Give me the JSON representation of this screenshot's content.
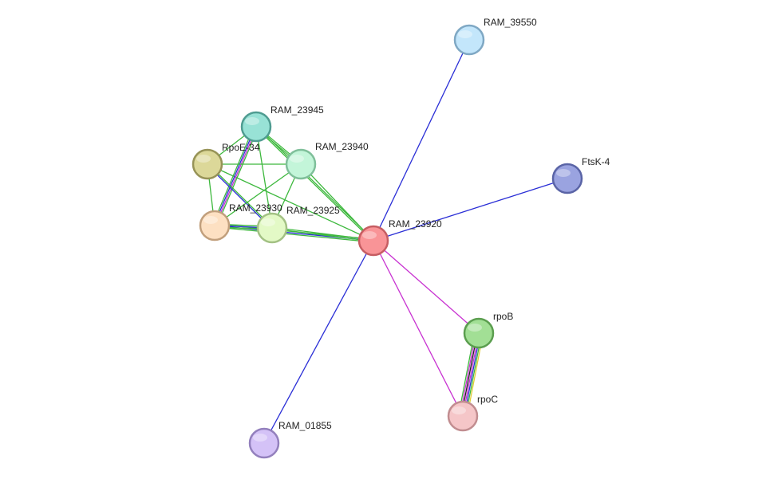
{
  "nodes": [
    {
      "id": "RAM_23920",
      "label": "RAM_23920",
      "fill": "#f99497",
      "stroke": "#c65d62"
    },
    {
      "id": "RAM_39550",
      "label": "RAM_39550",
      "fill": "#c3e6fb",
      "stroke": "#7fa8c4"
    },
    {
      "id": "FtsK-4",
      "label": "FtsK-4",
      "fill": "#9aa3e0",
      "stroke": "#5a64a6"
    },
    {
      "id": "RAM_23945",
      "label": "RAM_23945",
      "fill": "#98e2d6",
      "stroke": "#4f9c91"
    },
    {
      "id": "RpoE-34",
      "label": "RpoE-34",
      "fill": "#dcd899",
      "stroke": "#979357"
    },
    {
      "id": "RAM_23940",
      "label": "RAM_23940",
      "fill": "#c3f5d9",
      "stroke": "#7fbf9a"
    },
    {
      "id": "RAM_23930",
      "label": "RAM_23930",
      "fill": "#fde0c2",
      "stroke": "#c19f7c"
    },
    {
      "id": "RAM_23925",
      "label": "RAM_23925",
      "fill": "#e3f9c6",
      "stroke": "#a3c184"
    },
    {
      "id": "rpoB",
      "label": "rpoB",
      "fill": "#a2df95",
      "stroke": "#5b9e4f"
    },
    {
      "id": "rpoC",
      "label": "rpoC",
      "fill": "#f5c6c8",
      "stroke": "#c18d90"
    },
    {
      "id": "RAM_01855",
      "label": "RAM_01855",
      "fill": "#d4c2f7",
      "stroke": "#9380bd"
    }
  ],
  "edges": [
    {
      "source": "RAM_23920",
      "target": "RAM_39550",
      "colors": [
        "#2a2ed6"
      ]
    },
    {
      "source": "RAM_23920",
      "target": "FtsK-4",
      "colors": [
        "#2a2ed6"
      ]
    },
    {
      "source": "RAM_23920",
      "target": "RAM_01855",
      "colors": [
        "#2a2ed6"
      ]
    },
    {
      "source": "RAM_23920",
      "target": "rpoB",
      "colors": [
        "#c832d1"
      ]
    },
    {
      "source": "RAM_23920",
      "target": "rpoC",
      "colors": [
        "#c832d1"
      ]
    },
    {
      "source": "RAM_23920",
      "target": "RAM_23930",
      "colors": [
        "#3db83d",
        "#2a2ed6",
        "#3db83d"
      ]
    },
    {
      "source": "RAM_23920",
      "target": "RAM_23925",
      "colors": [
        "#3db83d",
        "#3db83d"
      ]
    },
    {
      "source": "RAM_23920",
      "target": "RAM_23945",
      "colors": [
        "#3db83d",
        "#3db83d"
      ]
    },
    {
      "source": "RAM_23920",
      "target": "RpoE-34",
      "colors": [
        "#3db83d"
      ]
    },
    {
      "source": "RAM_23920",
      "target": "RAM_23940",
      "colors": [
        "#3db83d"
      ]
    },
    {
      "source": "rpoB",
      "target": "rpoC",
      "colors": [
        "#e0cc33",
        "#3db83d",
        "#2a2ed6",
        "#c832d1",
        "#222222",
        "#c832d1",
        "#3db83d"
      ]
    },
    {
      "source": "RAM_23945",
      "target": "RpoE-34",
      "colors": [
        "#3db83d"
      ]
    },
    {
      "source": "RAM_23945",
      "target": "RAM_23940",
      "colors": [
        "#3db83d",
        "#3db83d"
      ]
    },
    {
      "source": "RAM_23945",
      "target": "RAM_23930",
      "colors": [
        "#3db83d",
        "#c832d1",
        "#2a2ed6",
        "#3db83d"
      ]
    },
    {
      "source": "RAM_23945",
      "target": "RAM_23925",
      "colors": [
        "#3db83d"
      ]
    },
    {
      "source": "RpoE-34",
      "target": "RAM_23940",
      "colors": [
        "#3db83d"
      ]
    },
    {
      "source": "RpoE-34",
      "target": "RAM_23930",
      "colors": [
        "#3db83d"
      ]
    },
    {
      "source": "RpoE-34",
      "target": "RAM_23925",
      "colors": [
        "#3db83d",
        "#2a2ed6"
      ]
    },
    {
      "source": "RAM_23940",
      "target": "RAM_23930",
      "colors": [
        "#3db83d"
      ]
    },
    {
      "source": "RAM_23940",
      "target": "RAM_23925",
      "colors": [
        "#3db83d"
      ]
    },
    {
      "source": "RAM_23930",
      "target": "RAM_23925",
      "colors": [
        "#3db83d",
        "#2a2ed6",
        "#3db83d"
      ]
    }
  ]
}
